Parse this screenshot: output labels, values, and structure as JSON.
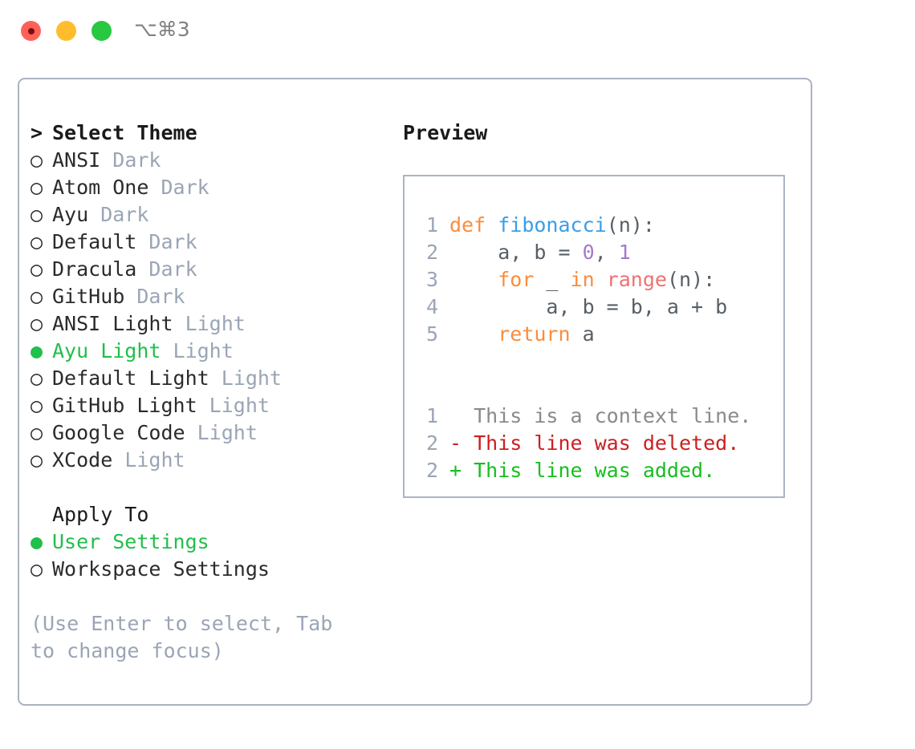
{
  "titlebar": {
    "shortcut": "⌥⌘3",
    "buttons": [
      {
        "name": "close",
        "color": "#ff6159"
      },
      {
        "name": "minimize",
        "color": "#ffbd2e"
      },
      {
        "name": "maximize",
        "color": "#28c840"
      }
    ]
  },
  "colors": {
    "panel_border": "#aab2bf",
    "preview_border": "#aab4c4",
    "selected_green": "#21bf4b",
    "muted_gray": "#9aa5b5",
    "text": "#2b2b2b",
    "keyword": "#fa8d3e",
    "function": "#399ee6",
    "number": "#a37acc",
    "builtin": "#f07171",
    "plain_code": "#575f66",
    "diff_context": "#8a8a8a",
    "diff_deleted": "#cc1f1f",
    "diff_added": "#16bf1f"
  },
  "theme_section": {
    "marker": ">",
    "title": "Select Theme",
    "radio_unselected": "○",
    "radio_selected": "●",
    "items": [
      {
        "label": "ANSI",
        "category": "Dark",
        "selected": false
      },
      {
        "label": "Atom One",
        "category": "Dark",
        "selected": false
      },
      {
        "label": "Ayu",
        "category": "Dark",
        "selected": false
      },
      {
        "label": "Default",
        "category": "Dark",
        "selected": false
      },
      {
        "label": "Dracula",
        "category": "Dark",
        "selected": false
      },
      {
        "label": "GitHub",
        "category": "Dark",
        "selected": false
      },
      {
        "label": "ANSI Light",
        "category": "Light",
        "selected": false
      },
      {
        "label": "Ayu Light",
        "category": "Light",
        "selected": true
      },
      {
        "label": "Default Light",
        "category": "Light",
        "selected": false
      },
      {
        "label": "GitHub Light",
        "category": "Light",
        "selected": false
      },
      {
        "label": "Google Code",
        "category": "Light",
        "selected": false
      },
      {
        "label": "XCode",
        "category": "Light",
        "selected": false
      }
    ]
  },
  "apply_section": {
    "title": "Apply To",
    "items": [
      {
        "label": "User Settings",
        "selected": true
      },
      {
        "label": "Workspace Settings",
        "selected": false
      }
    ]
  },
  "hint": "(Use Enter to select, Tab to change focus)",
  "preview": {
    "title": "Preview",
    "code_lines": [
      {
        "no": "1",
        "tokens": [
          {
            "t": "def ",
            "k": "kw"
          },
          {
            "t": "fibonacci",
            "k": "fn"
          },
          {
            "t": "(n):",
            "k": "txt"
          }
        ]
      },
      {
        "no": "2",
        "tokens": [
          {
            "t": "    a, b = ",
            "k": "txt"
          },
          {
            "t": "0",
            "k": "num"
          },
          {
            "t": ", ",
            "k": "txt"
          },
          {
            "t": "1",
            "k": "num"
          }
        ]
      },
      {
        "no": "3",
        "tokens": [
          {
            "t": "    ",
            "k": "txt"
          },
          {
            "t": "for",
            "k": "kw"
          },
          {
            "t": " _ ",
            "k": "txt"
          },
          {
            "t": "in",
            "k": "kw"
          },
          {
            "t": " ",
            "k": "txt"
          },
          {
            "t": "range",
            "k": "call"
          },
          {
            "t": "(n):",
            "k": "txt"
          }
        ]
      },
      {
        "no": "4",
        "tokens": [
          {
            "t": "        a, b = b, a + b",
            "k": "txt"
          }
        ]
      },
      {
        "no": "5",
        "tokens": [
          {
            "t": "    ",
            "k": "txt"
          },
          {
            "t": "return",
            "k": "kw"
          },
          {
            "t": " a",
            "k": "txt"
          }
        ]
      }
    ],
    "diff_lines": [
      {
        "no": "1",
        "sign": " ",
        "text": " This is a context line.",
        "kind": "ctx"
      },
      {
        "no": "2",
        "sign": "-",
        "text": " This line was deleted.",
        "kind": "del"
      },
      {
        "no": "2",
        "sign": "+",
        "text": " This line was added.",
        "kind": "add"
      }
    ]
  }
}
